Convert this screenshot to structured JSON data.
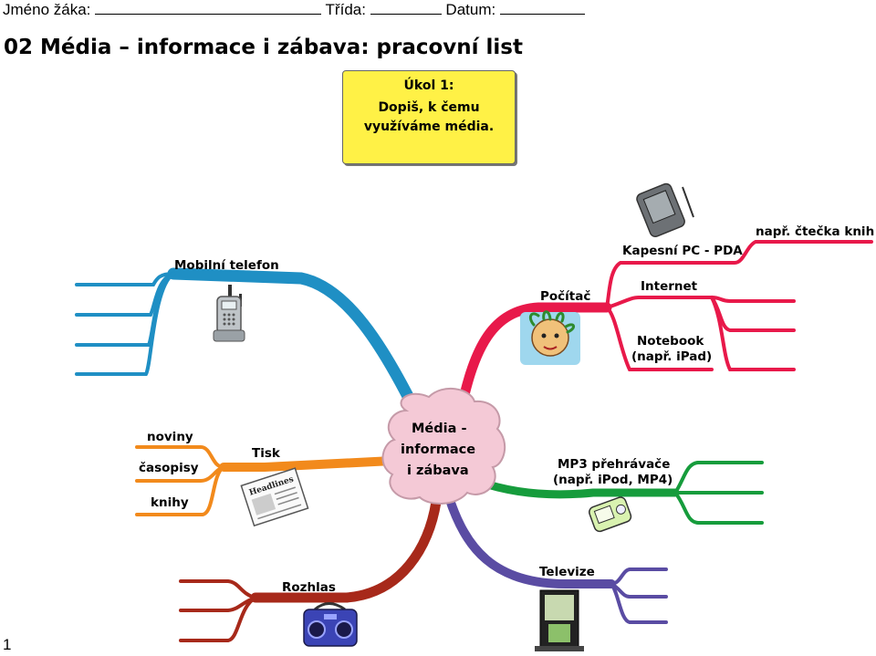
{
  "header": {
    "name_label": "Jméno žáka:",
    "class_label": "Třída:",
    "date_label": "Datum:"
  },
  "title": "02 Média – informace i zábava: pracovní list",
  "task": {
    "line1": "Úkol 1:",
    "line2": "Dopiš, k čemu",
    "line3": "využíváme média."
  },
  "center": {
    "line1": "Média -",
    "line2": "informace",
    "line3": "i zábava"
  },
  "branches": {
    "mobile": "Mobilní telefon",
    "computer": "Počítač",
    "pda": "Kapesní PC - PDA",
    "reader": "např. čtečka knih",
    "internet": "Internet",
    "notebook_1": "Notebook",
    "notebook_2": "(např. iPad)",
    "print": "Tisk",
    "newspapers": "noviny",
    "magazines": "časopisy",
    "books": "knihy",
    "mp3_1": "MP3 přehrávače",
    "mp3_2": "(např. iPod, MP4)",
    "radio": "Rozhlas",
    "tv": "Televize"
  },
  "newspaper_headline": "Headlines",
  "page_number": "1",
  "colors": {
    "mobile": "#1f8fc4",
    "computer": "#e8194a",
    "print": "#f28a1c",
    "mp3": "#169c3c",
    "radio": "#a7291a",
    "tv": "#5a4ca3",
    "task_box": "#fff146",
    "cloud": "#f4c9d6"
  }
}
